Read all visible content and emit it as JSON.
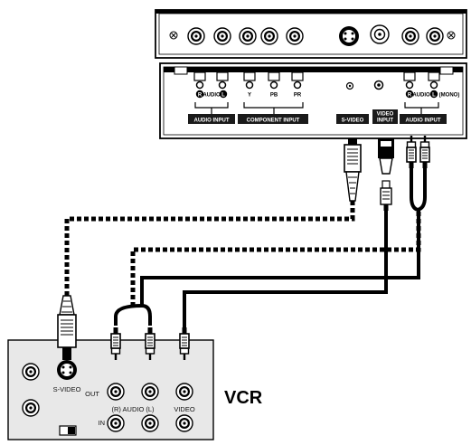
{
  "tv_panel": {
    "audio_r": "R",
    "audio_word": "AUDIO",
    "audio_l": "L",
    "comp_y": "Y",
    "comp_pb": "PB",
    "comp_pr": "PR",
    "audio2_r": "R",
    "audio2_word": "AUDIO",
    "audio2_l": "L",
    "mono": "(MONO)",
    "band_audio_input": "AUDIO INPUT",
    "band_component_input": "COMPONENT INPUT",
    "band_svideo": "S-VIDEO",
    "band_video_line1": "VIDEO",
    "band_video_line2": "INPUT",
    "band_audio_input2": "AUDIO INPUT"
  },
  "vcr": {
    "title": "VCR",
    "svideo_label": "S-VIDEO",
    "out_label": "OUT",
    "in_label": "IN",
    "audio_label": "(R) AUDIO (L)",
    "video_label": "VIDEO"
  },
  "colors": {
    "panel_fill": "#ffffff",
    "vcr_fill": "#e8e8e8",
    "ink": "#000000",
    "label_band": "#1a1a1a"
  }
}
